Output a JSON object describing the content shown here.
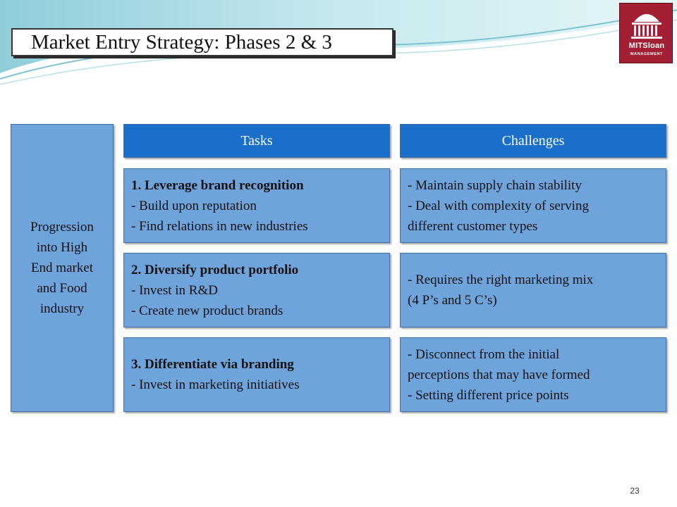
{
  "slide": {
    "title": "Market Entry Strategy: Phases 2 & 3",
    "page_number": "23"
  },
  "logo": {
    "icon": "dome-icon",
    "line1": "MITSloan",
    "line2": "MANAGEMENT",
    "color": "#a31f34"
  },
  "left_panel": {
    "lines": [
      "Progression",
      "into High",
      "End market",
      "and Food",
      "industry"
    ]
  },
  "headers": {
    "tasks": "Tasks",
    "challenges": "Challenges"
  },
  "rows": [
    {
      "task_heading": "1. Leverage brand recognition",
      "task_items": [
        "- Build upon reputation",
        "- Find relations in new industries"
      ],
      "challenge_lines": [
        "- Maintain supply chain stability",
        "- Deal with complexity of serving",
        "different customer types"
      ]
    },
    {
      "task_heading": "2. Diversify product portfolio",
      "task_items": [
        "- Invest in R&D",
        "- Create new product brands"
      ],
      "challenge_lines": [
        "- Requires the right marketing mix",
        "(4 P’s and 5 C’s)"
      ]
    },
    {
      "task_heading": "3. Differentiate via branding",
      "task_items": [
        "- Invest in marketing initiatives"
      ],
      "challenge_lines": [
        "- Disconnect from the initial",
        "perceptions that may have formed",
        "- Setting different price points"
      ]
    }
  ],
  "colors": {
    "header_blue": "#1a6fcb",
    "cell_blue": "#6fa3dc",
    "wave_teal": "#a9dce3"
  }
}
